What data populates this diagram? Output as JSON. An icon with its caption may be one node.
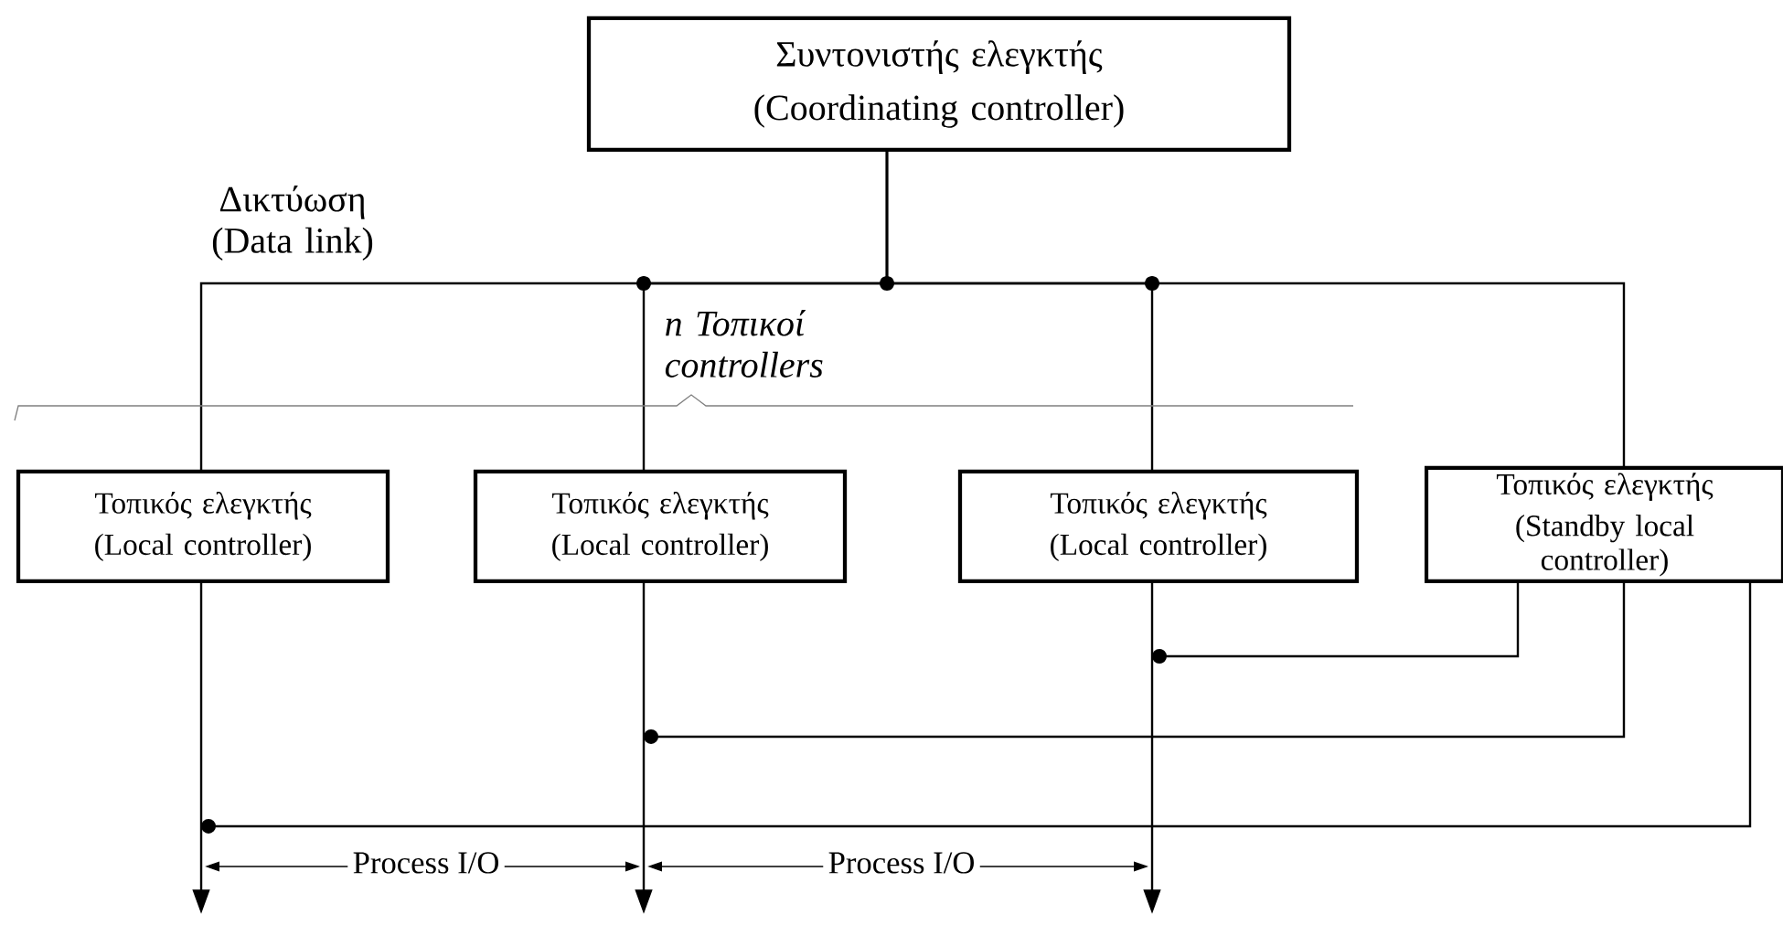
{
  "diagram": {
    "nodes": [
      {
        "text": [
          "Συντονιστής ελεγκτής",
          "(Coordinating controller)"
        ]
      },
      {
        "text": [
          "Τοπικός ελεγκτής",
          "(Local controller)"
        ]
      },
      {
        "text": [
          "Τοπικός ελεγκτής",
          "(Local controller)"
        ]
      },
      {
        "text": [
          "Τοπικός ελεγκτής",
          "(Local controller)"
        ]
      },
      {
        "text": [
          "Τοπικός ελεγκτής",
          "(Standby local controller)"
        ]
      }
    ],
    "edges": [
      {
        "from": 0,
        "to": 1,
        "arrow": "none"
      },
      {
        "from": 0,
        "to": 2,
        "arrow": "none"
      },
      {
        "from": 0,
        "to": 3,
        "arrow": "none"
      },
      {
        "from": 0,
        "to": 4,
        "arrow": "none"
      },
      {
        "from": 1,
        "to": null,
        "arrow": "to"
      },
      {
        "from": 2,
        "to": null,
        "arrow": "to"
      },
      {
        "from": 3,
        "to": null,
        "arrow": "to"
      },
      {
        "from": 4,
        "to": null,
        "arrow": "other"
      },
      {
        "from": 4,
        "to": null,
        "arrow": "other"
      },
      {
        "from": 4,
        "to": null,
        "arrow": "other"
      }
    ],
    "labels": [
      "Δικτύωση (Data link)",
      "n Τοπικοί controllers",
      "Process I/O",
      "Process I/O"
    ]
  }
}
